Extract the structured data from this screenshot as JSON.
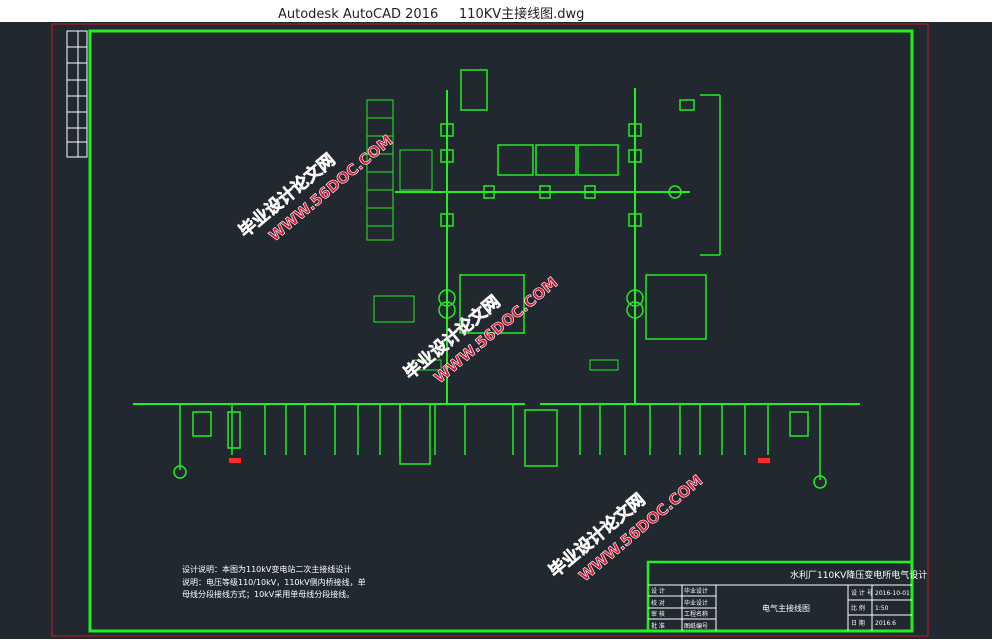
{
  "window": {
    "title": "Autodesk AutoCAD 2016     110KV主接线图.dwg"
  },
  "colors": {
    "canvas": "#212830",
    "line": "#22ee22",
    "frame_outer": "#c02020",
    "watermark": "#d81b3c",
    "highlight": "#ff2b2b"
  },
  "watermarks": [
    {
      "cn": "毕业设计论文网",
      "url": "WWW.56DOC.COM"
    },
    {
      "cn": "毕业设计论文网",
      "url": "WWW.56DOC.COM"
    },
    {
      "cn": "毕业设计论文网",
      "url": "WWW.56DOC.COM"
    }
  ],
  "drawing": {
    "notes": [
      "设计说明：本图为110kV变电站二次主接线设计",
      "说明：电压等级110/10kV，110kV侧内桥接线，单",
      "母线分段接线方式；10kV采用单母线分段接线。"
    ],
    "title_block": {
      "project": "水利厂110KV降压变电所电气设计",
      "drawing_name": "电气主接线图",
      "rows": [
        {
          "label": "设 计",
          "value": "毕业设计"
        },
        {
          "label": "校 对",
          "value": "毕业设计"
        },
        {
          "label": "审 核",
          "value": "工程名称"
        },
        {
          "label": "批 准",
          "value": "图纸编号"
        }
      ],
      "right_rows": [
        {
          "label": "设 计 号",
          "value": "2016-10-01"
        },
        {
          "label": "比 例",
          "value": "1:50"
        },
        {
          "label": "日 期",
          "value": "2016.6"
        }
      ]
    }
  }
}
